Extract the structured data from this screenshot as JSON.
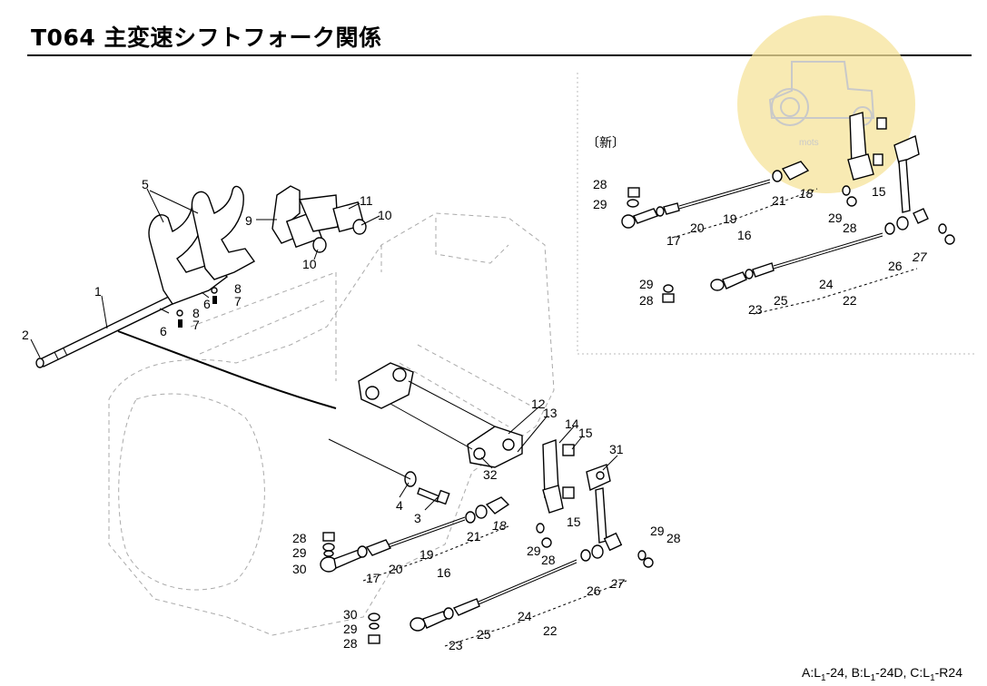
{
  "title": "T064 主変速シフトフォーク関係",
  "inset_label": "〔新〕",
  "watermark_text": "mots",
  "footer": {
    "a_prefix": "A:L",
    "a_sub": "1",
    "a_suffix": "-24,",
    "b_prefix": "B:L",
    "b_sub": "1",
    "b_suffix": "-24D,",
    "c_prefix": "C:L",
    "c_sub": "1",
    "c_suffix": "-R24"
  },
  "colors": {
    "watermark": "#f5e39a",
    "line": "#000000",
    "housing": "#9a9a9a"
  },
  "callouts": {
    "main": [
      "1",
      "2",
      "3",
      "4",
      "5",
      "6",
      "6",
      "7",
      "7",
      "8",
      "8",
      "9",
      "10",
      "10",
      "11",
      "12",
      "13",
      "14",
      "15",
      "15",
      "16",
      "17",
      "18",
      "19",
      "20",
      "21",
      "22",
      "23",
      "24",
      "25",
      "26",
      "27",
      "28",
      "28",
      "28",
      "28",
      "29",
      "29",
      "29",
      "29",
      "30",
      "30",
      "31",
      "32"
    ],
    "inset": [
      "15",
      "16",
      "17",
      "18",
      "19",
      "20",
      "21",
      "22",
      "23",
      "24",
      "25",
      "26",
      "27",
      "28",
      "28",
      "28",
      "29",
      "29",
      "29"
    ]
  }
}
